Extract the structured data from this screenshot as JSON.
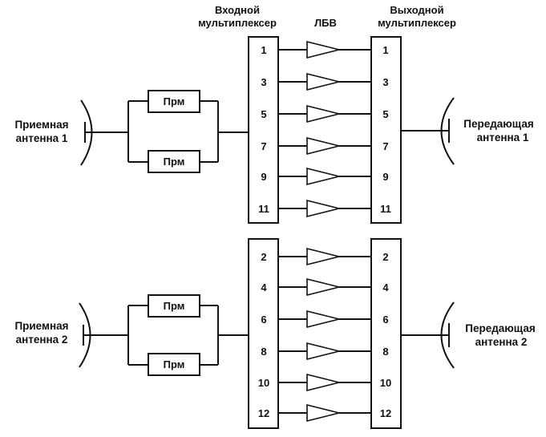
{
  "headers": {
    "input_mux": [
      "Входной",
      "мультиплексер"
    ],
    "twt": "ЛБВ",
    "output_mux": [
      "Выходной",
      "мультиплексер"
    ]
  },
  "receive_antennas": [
    [
      "Приемная",
      "антенна 1"
    ],
    [
      "Приемная",
      "антенна 2"
    ]
  ],
  "transmit_antennas": [
    [
      "Передающая",
      "антенна 1"
    ],
    [
      "Передающая",
      "антенна 2"
    ]
  ],
  "receiver_label": "Прм",
  "groups": [
    {
      "channels": [
        "1",
        "3",
        "5",
        "7",
        "9",
        "11"
      ]
    },
    {
      "channels": [
        "2",
        "4",
        "6",
        "8",
        "10",
        "12"
      ]
    }
  ]
}
